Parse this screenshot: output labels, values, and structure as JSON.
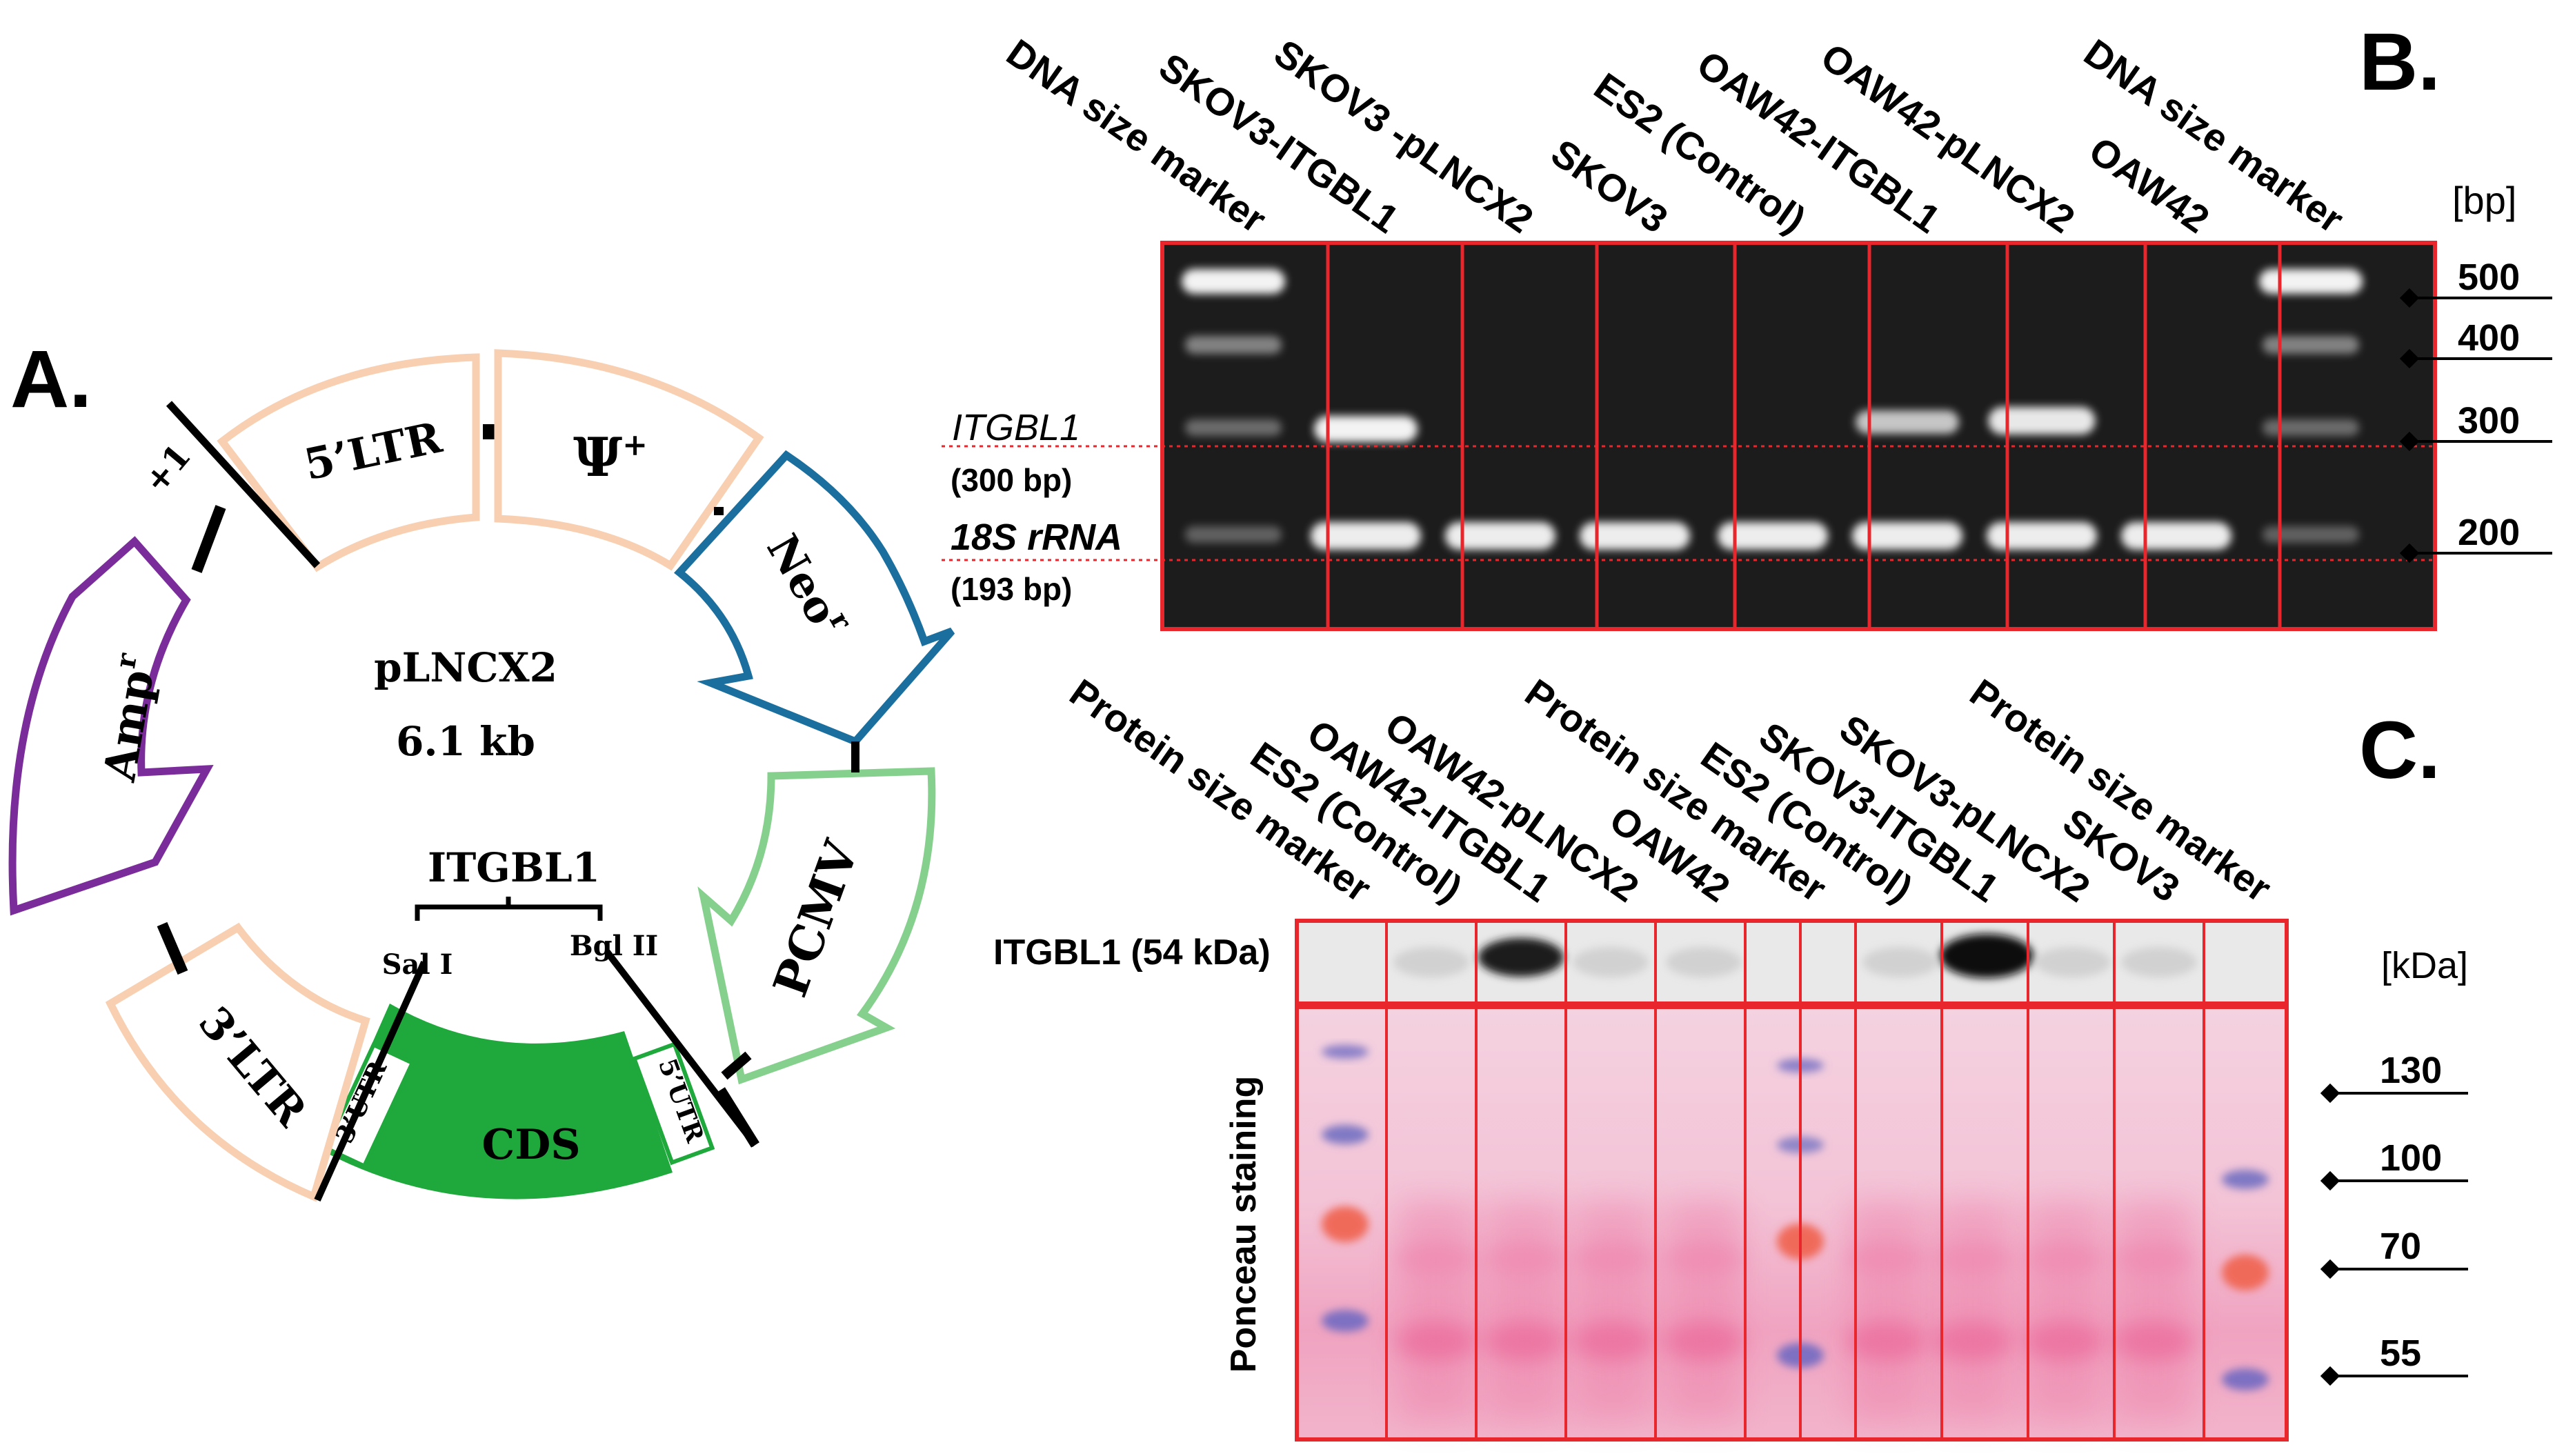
{
  "panel_a": {
    "panel_label": "A.",
    "plasmid_name": "pLNCX2",
    "plasmid_size": "6.1 kb",
    "gene_insert": "ITGBL1",
    "seg_5ltr": "5’LTR",
    "seg_psi": "Ψ",
    "seg_psi_sup": "+",
    "seg_neo": "Neo",
    "seg_neo_sup": "r",
    "seg_pcmv": "PCMV",
    "seg_3ltr": "3’LTR",
    "seg_amp": "Amp",
    "seg_amp_sup": "r",
    "seg_cds": "CDS",
    "seg_5utr": "5’UTR",
    "seg_3utr": "3’UTR",
    "site_sal": "Sal I",
    "site_bgl": "Bgl II",
    "start_mark": "+1",
    "colors": {
      "ltr": "#f8cfb0",
      "neo": "#1a6f9e",
      "pcmv": "#86d08d",
      "amp": "#7b2c9b",
      "cds": "#1fa83b"
    }
  },
  "panel_b": {
    "panel_label": "B.",
    "lanes": [
      "DNA size marker",
      "SKOV3-ITGBL1",
      "SKOV3 -pLNCX2",
      "SKOV3",
      "ES2 (Control)",
      "OAW42-ITGBL1",
      "OAW42-pLNCX2",
      "OAW42",
      "DNA size marker"
    ],
    "unit": "[bp]",
    "size_ticks": [
      "500",
      "400",
      "300",
      "200"
    ],
    "band_itgbl1": "ITGBL1",
    "band_itgbl1_size": "(300 bp)",
    "band_18s": "18S rRNA",
    "band_18s_size": "(193 bp)"
  },
  "panel_c": {
    "panel_label": "C.",
    "lanes": [
      "Protein size marker",
      "ES2 (Control)",
      "OAW42-ITGBL1",
      "OAW42-pLNCX2",
      "OAW42",
      "Protein size marker",
      "ES2 (Control)",
      "SKOV3-ITGBL1",
      "SKOV3-pLNCX2",
      "SKOV3",
      "Protein size marker"
    ],
    "western_label": "ITGBL1 (54 kDa)",
    "unit": "[kDa]",
    "size_ticks": [
      "130",
      "100",
      "70",
      "55"
    ],
    "ponceau_label": "Ponceau staining"
  }
}
